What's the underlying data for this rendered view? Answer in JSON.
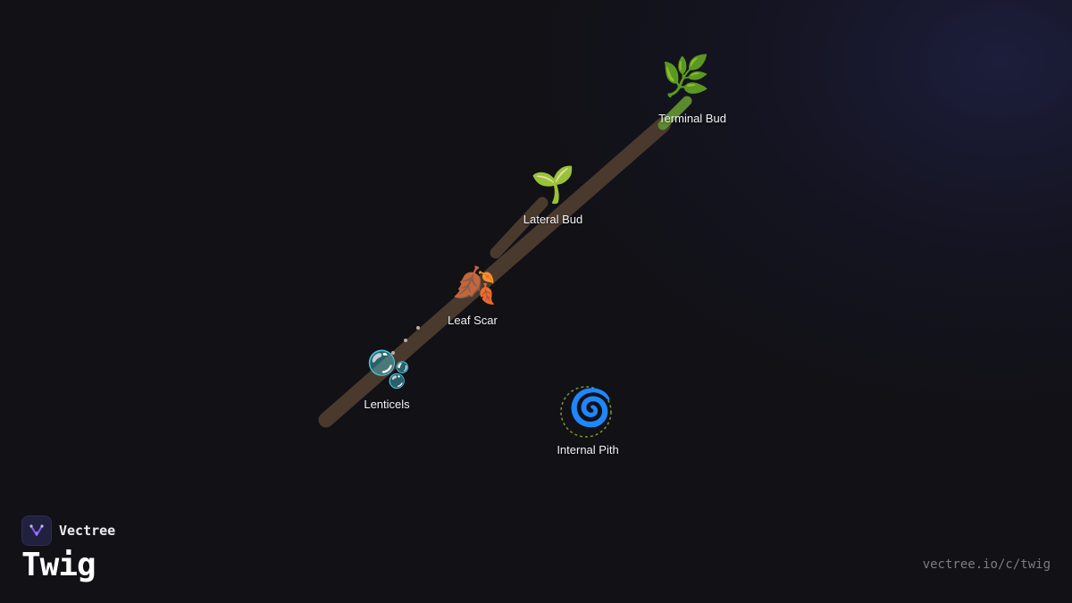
{
  "brand": {
    "name": "Vectree",
    "logo_icon": "vectree-logo-icon",
    "accent_color": "#8b5cf6"
  },
  "title": "Twig",
  "url": "vectree.io/c/twig",
  "parts": [
    {
      "key": "terminal_bud",
      "label": "Terminal Bud",
      "icon": "herb-icon",
      "glyph": "🌿"
    },
    {
      "key": "lateral_bud",
      "label": "Lateral Bud",
      "icon": "seedling-icon",
      "glyph": "🌱"
    },
    {
      "key": "leaf_scar",
      "label": "Leaf Scar",
      "icon": "fallen-leaf-icon",
      "glyph": "🍂"
    },
    {
      "key": "lenticels",
      "label": "Lenticels",
      "icon": "bubbles-icon",
      "glyph": "🫧"
    },
    {
      "key": "internal_pith",
      "label": "Internal Pith",
      "icon": "cyclone-icon",
      "glyph": "🌀"
    }
  ],
  "colors": {
    "branch": "#4a3a2e",
    "terminal_tip": "#5c8a2e",
    "pith_ring": "#7a9a2e",
    "background": "#111116"
  }
}
